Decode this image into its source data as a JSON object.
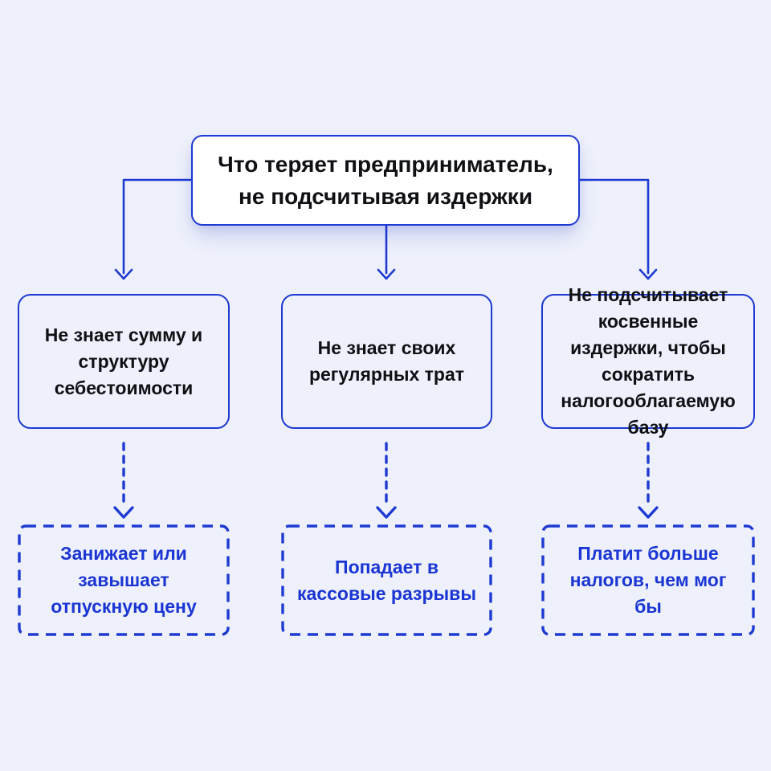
{
  "root_box": {
    "line1": "Что теряет предприниматель,",
    "line2": "не подсчитывая издержки"
  },
  "causes": [
    {
      "label": "Не знает сумму и структуру себестоимости"
    },
    {
      "label": "Не знает своих регулярных трат"
    },
    {
      "label": "Не подсчитывает косвенные издержки, чтобы сократить налогооблагаемую базу"
    }
  ],
  "consequences": [
    {
      "label": "Занижает или завышает отпускную цену"
    },
    {
      "label": "Попадает в кассовые разрывы"
    },
    {
      "label": "Платит больше налогов, чем мог бы"
    }
  ],
  "colors": {
    "background": "#EEF1FB",
    "line_blue": "#1E3AD2",
    "dark_text": "#0F1014",
    "blue_text": "#1A35D3",
    "root_box_fill": "#FFFFFF"
  }
}
